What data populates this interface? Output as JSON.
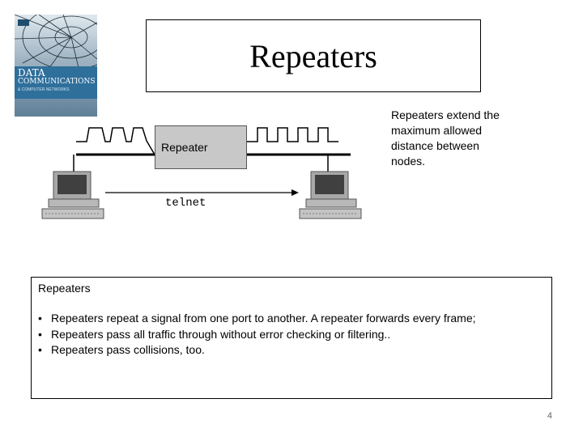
{
  "slide": {
    "title": "Repeaters",
    "page_number": "4"
  },
  "book_cover": {
    "title_line1": "DATA",
    "title_line2": "COMMUNICATIONS",
    "title_line3": "& COMPUTER NETWORKS"
  },
  "diagram": {
    "repeater_label": "Repeater",
    "side_note": "Repeaters extend the maximum allowed distance between nodes.",
    "arrow_label": "telnet"
  },
  "content": {
    "heading": "Repeaters",
    "bullets": [
      "Repeaters repeat a signal from one port to another. A repeater forwards every frame;",
      "Repeaters pass all traffic through without error checking or filtering..",
      "Repeaters pass collisions, too."
    ],
    "bullet_glyph": "•"
  },
  "colors": {
    "repeater_fill": "#c8c8c8",
    "computer_body": "#a8a8a8",
    "computer_screen": "#404040",
    "cover_band": "#2f6f9b"
  }
}
